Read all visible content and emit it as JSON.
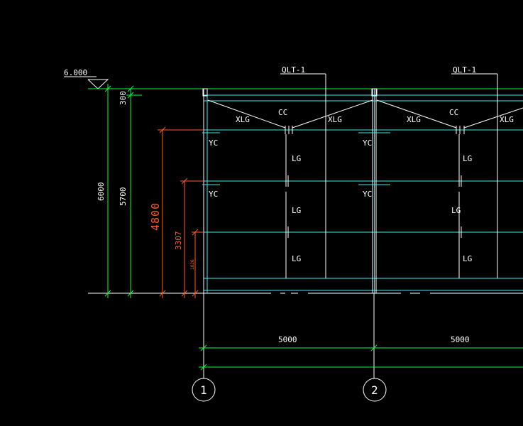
{
  "colors": {
    "background": "#000000",
    "green": "#00ff3a",
    "cyan": "#3ee7f0",
    "white": "#ffffff",
    "orange": "#ff5a1f"
  },
  "elevation": {
    "label": "6.000"
  },
  "frames": [
    {
      "callout": "QLT-1",
      "cc": "CC",
      "xlg_left": "XLG",
      "xlg_right": "XLG"
    },
    {
      "callout": "QLT-1",
      "cc": "CC",
      "xlg_left": "XLG",
      "xlg_right": "XLG"
    }
  ],
  "member_labels": {
    "yc": [
      "YC",
      "YC",
      "YC",
      "YC"
    ],
    "lg": [
      "LG",
      "LG",
      "LG",
      "LG",
      "LG",
      "LG"
    ]
  },
  "vertical_dims": {
    "d300": "300",
    "d6000": "6000",
    "d5700": "5700",
    "d4800": "4800",
    "d3307": "3307",
    "d1826": "1826"
  },
  "horizontal_dims": [
    "5000",
    "5000"
  ],
  "axes": [
    "1",
    "2"
  ]
}
